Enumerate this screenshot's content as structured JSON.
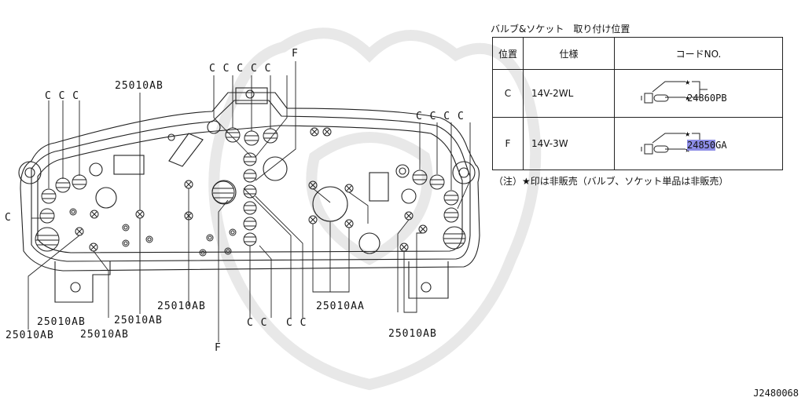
{
  "table": {
    "title": "バルブ&ソケット　取り付け位置",
    "headers": [
      "位置",
      "仕様",
      "コードNO."
    ],
    "rows": [
      {
        "position": "C",
        "spec": "14V-2WL",
        "code": "24860PB",
        "code_parts": [
          "24860PB",
          "",
          ""
        ]
      },
      {
        "position": "F",
        "spec": "14V-3W",
        "code": "24850GA",
        "code_parts": [
          "",
          "24850",
          "GA"
        ]
      }
    ],
    "note": "（注）★印は非販売（バルブ、ソケット単品は非販売）"
  },
  "callouts": {
    "c": "C",
    "f": "F",
    "ab": "25010AB",
    "aa": "25010AA",
    "cc": "C C",
    "ccc": "C C C",
    "ccccc": "C C C C C",
    "ccsp": "C  C  C  C"
  },
  "diagram_ref": "J2480068",
  "colors": {
    "highlight": "#8d8de6",
    "line": "#222222"
  }
}
